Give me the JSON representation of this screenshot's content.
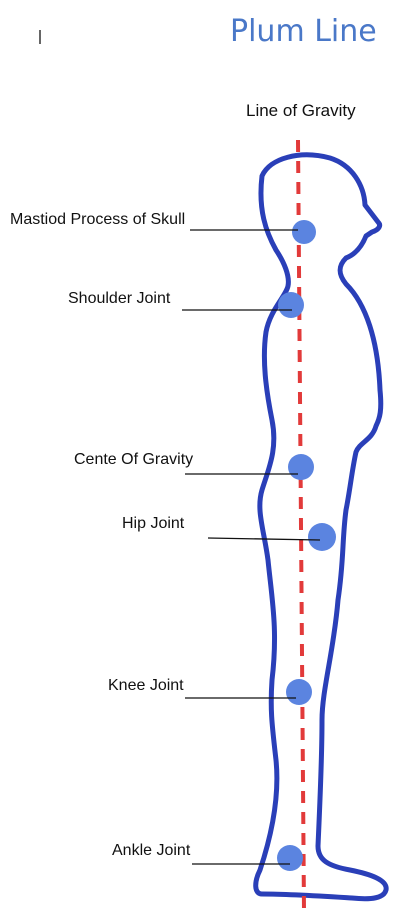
{
  "title": "Plum Line",
  "gravity_line_label": "Line of Gravity",
  "landmarks": [
    {
      "id": "mastoid",
      "label": "Mastiod Process of Skull"
    },
    {
      "id": "shoulder",
      "label": "Shoulder Joint"
    },
    {
      "id": "cog",
      "label": "Cente Of Gravity"
    },
    {
      "id": "hip",
      "label": "Hip Joint"
    },
    {
      "id": "knee",
      "label": "Knee Joint"
    },
    {
      "id": "ankle",
      "label": "Ankle Joint"
    }
  ],
  "colors": {
    "title": "#4a78c8",
    "body_outline": "#2a3fb8",
    "gravity_line": "#e23a3a",
    "joint_marker": "#5b84e0",
    "label_text": "#111111"
  }
}
